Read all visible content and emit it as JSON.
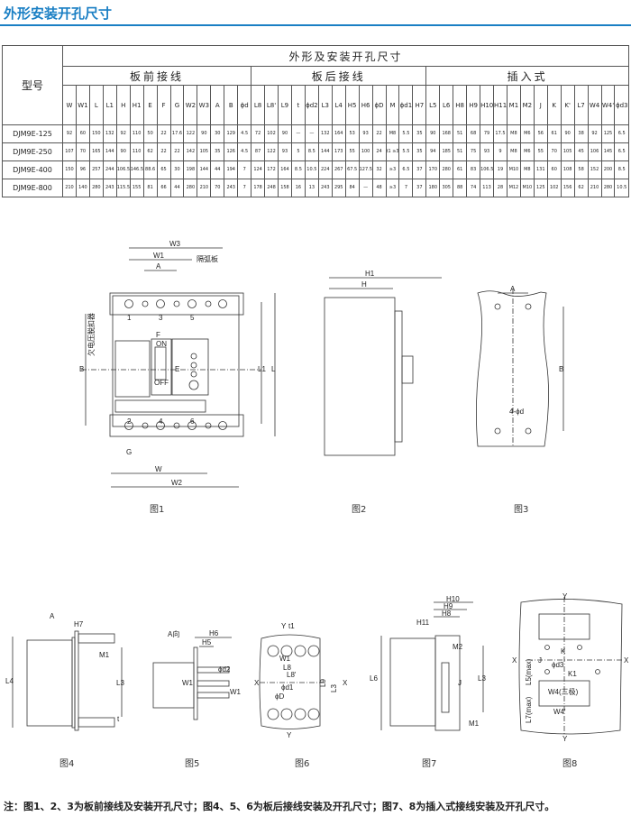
{
  "title": "外形安装开孔尺寸",
  "table": {
    "model_header": "型号",
    "super_header": "外形及安装开孔尺寸",
    "groups": [
      {
        "label": "板前接线",
        "span": 14
      },
      {
        "label": "板后接线",
        "span": 13
      },
      {
        "label": "插入式",
        "span": 15
      }
    ],
    "columns": [
      "W",
      "W1",
      "L",
      "L1",
      "H",
      "H1",
      "E",
      "F",
      "G",
      "W2",
      "W3",
      "A",
      "B",
      "ϕd",
      "L8",
      "L8'",
      "L9",
      "t",
      "ϕd2",
      "L3",
      "L4",
      "H5",
      "H6",
      "ϕD",
      "M",
      "ϕd1",
      "H7",
      "L5",
      "L6",
      "H8",
      "H9",
      "H10",
      "H11",
      "M1",
      "M2",
      "J",
      "K",
      "K'",
      "L7",
      "W4",
      "W4'",
      "ϕd3"
    ],
    "rows": [
      {
        "model": "DJM9E-125",
        "values": [
          "92",
          "60",
          "150",
          "132",
          "92",
          "110",
          "50",
          "22",
          "17.6",
          "122",
          "90",
          "30",
          "129",
          "4.5",
          "72",
          "102",
          "90",
          "—",
          "—",
          "132",
          "164",
          "53",
          "93",
          "22",
          "M8",
          "5.5",
          "35",
          "90",
          "168",
          "51",
          "68",
          "79",
          "17.5",
          "M8",
          "M6",
          "56",
          "61",
          "90",
          "38",
          "92",
          "125",
          "6.5"
        ]
      },
      {
        "model": "DJM9E-250",
        "values": [
          "107",
          "70",
          "165",
          "144",
          "90",
          "110",
          "62",
          "22",
          "22",
          "142",
          "105",
          "35",
          "126",
          "4.5",
          "87",
          "122",
          "93",
          "5",
          "8.5",
          "144",
          "173",
          "55",
          "100",
          "24",
          "t1 ≥3",
          "5.5",
          "35",
          "94",
          "185",
          "51",
          "75",
          "93",
          "9",
          "M8",
          "M6",
          "55",
          "70",
          "105",
          "45",
          "106",
          "145",
          "6.5"
        ]
      },
      {
        "model": "DJM9E-400",
        "values": [
          "150",
          "96",
          "257",
          "244",
          "106.5",
          "146.5",
          "88.6",
          "65",
          "30",
          "198",
          "144",
          "44",
          "194",
          "7",
          "124",
          "172",
          "164",
          "8.5",
          "10.5",
          "224",
          "267",
          "67.5",
          "127.5",
          "32",
          "≥3",
          "6.5",
          "37",
          "170",
          "280",
          "61",
          "83",
          "106.5",
          "19",
          "M10",
          "M8",
          "131",
          "60",
          "108",
          "58",
          "152",
          "200",
          "8.5"
        ]
      },
      {
        "model": "DJM9E-800",
        "values": [
          "210",
          "140",
          "280",
          "243",
          "115.5",
          "155",
          "81",
          "66",
          "44",
          "280",
          "210",
          "70",
          "243",
          "7",
          "178",
          "248",
          "158",
          "16",
          "13",
          "243",
          "295",
          "84",
          "—",
          "48",
          "≥3",
          "7",
          "37",
          "180",
          "305",
          "88",
          "74",
          "113",
          "28",
          "M12",
          "M10",
          "125",
          "102",
          "156",
          "62",
          "210",
          "280",
          "10.5"
        ]
      }
    ]
  },
  "figures": {
    "fig1": {
      "caption": "图1",
      "labels": {
        "w3": "W3",
        "w1": "W1",
        "a": "A",
        "arc": "隔弧板",
        "t1": "1",
        "t3": "3",
        "t5": "5",
        "t2": "2",
        "t4": "4",
        "t6": "6",
        "f": "F",
        "on": "ON",
        "off": "OFF",
        "e": "E",
        "b": "B",
        "uv": "欠电压脱扣器",
        "l1": "L1",
        "l": "L",
        "g": "G",
        "w": "W",
        "w2": "W2"
      }
    },
    "fig2": {
      "caption": "图2",
      "labels": {
        "h1": "H1",
        "h": "H"
      }
    },
    "fig3": {
      "caption": "图3",
      "labels": {
        "a": "A",
        "b": "B",
        "holes": "4-ϕd"
      }
    },
    "fig4": {
      "caption": "图4",
      "labels": {
        "a": "A",
        "h7": "H7",
        "m1": "M1",
        "l4": "L4",
        "l3": "L3",
        "t": "t"
      }
    },
    "fig5": {
      "caption": "图5",
      "labels": {
        "view": "A向",
        "h6": "H6",
        "h5": "H5",
        "d2": "ϕd2",
        "w1": "W1",
        "w1b": "W1"
      }
    },
    "fig6": {
      "caption": "图6",
      "labels": {
        "y": "Y",
        "t1": "t1",
        "w1": "W1",
        "l8": "L8",
        "l8p": "L8'",
        "x": "X",
        "x2": "X",
        "d1": "ϕd1",
        "d": "ϕD",
        "l9": "L9",
        "l3": "L3",
        "y2": "Y"
      }
    },
    "fig7": {
      "caption": "图7",
      "labels": {
        "h10": "H10",
        "h9": "H9",
        "h8": "H8",
        "h11": "H11",
        "m2": "M2",
        "l6": "L6",
        "j": "J",
        "l3": "L3",
        "m1": "M1"
      }
    },
    "fig8": {
      "caption": "图8",
      "labels": {
        "y": "Y",
        "x": "X",
        "x2": "X",
        "k": "K",
        "j": "J",
        "d3": "ϕd3",
        "k1": "K1",
        "l5": "L5(max)",
        "l7": "L7(max)",
        "w4": "W4(三极)",
        "w4p": "W4'",
        "y2": "Y"
      }
    }
  },
  "note": "注：图1、2、3为板前接线及安装开孔尺寸；图4、5、6为板后接线安装及开孔尺寸；图7、8为插入式接线安装及开孔尺寸。"
}
